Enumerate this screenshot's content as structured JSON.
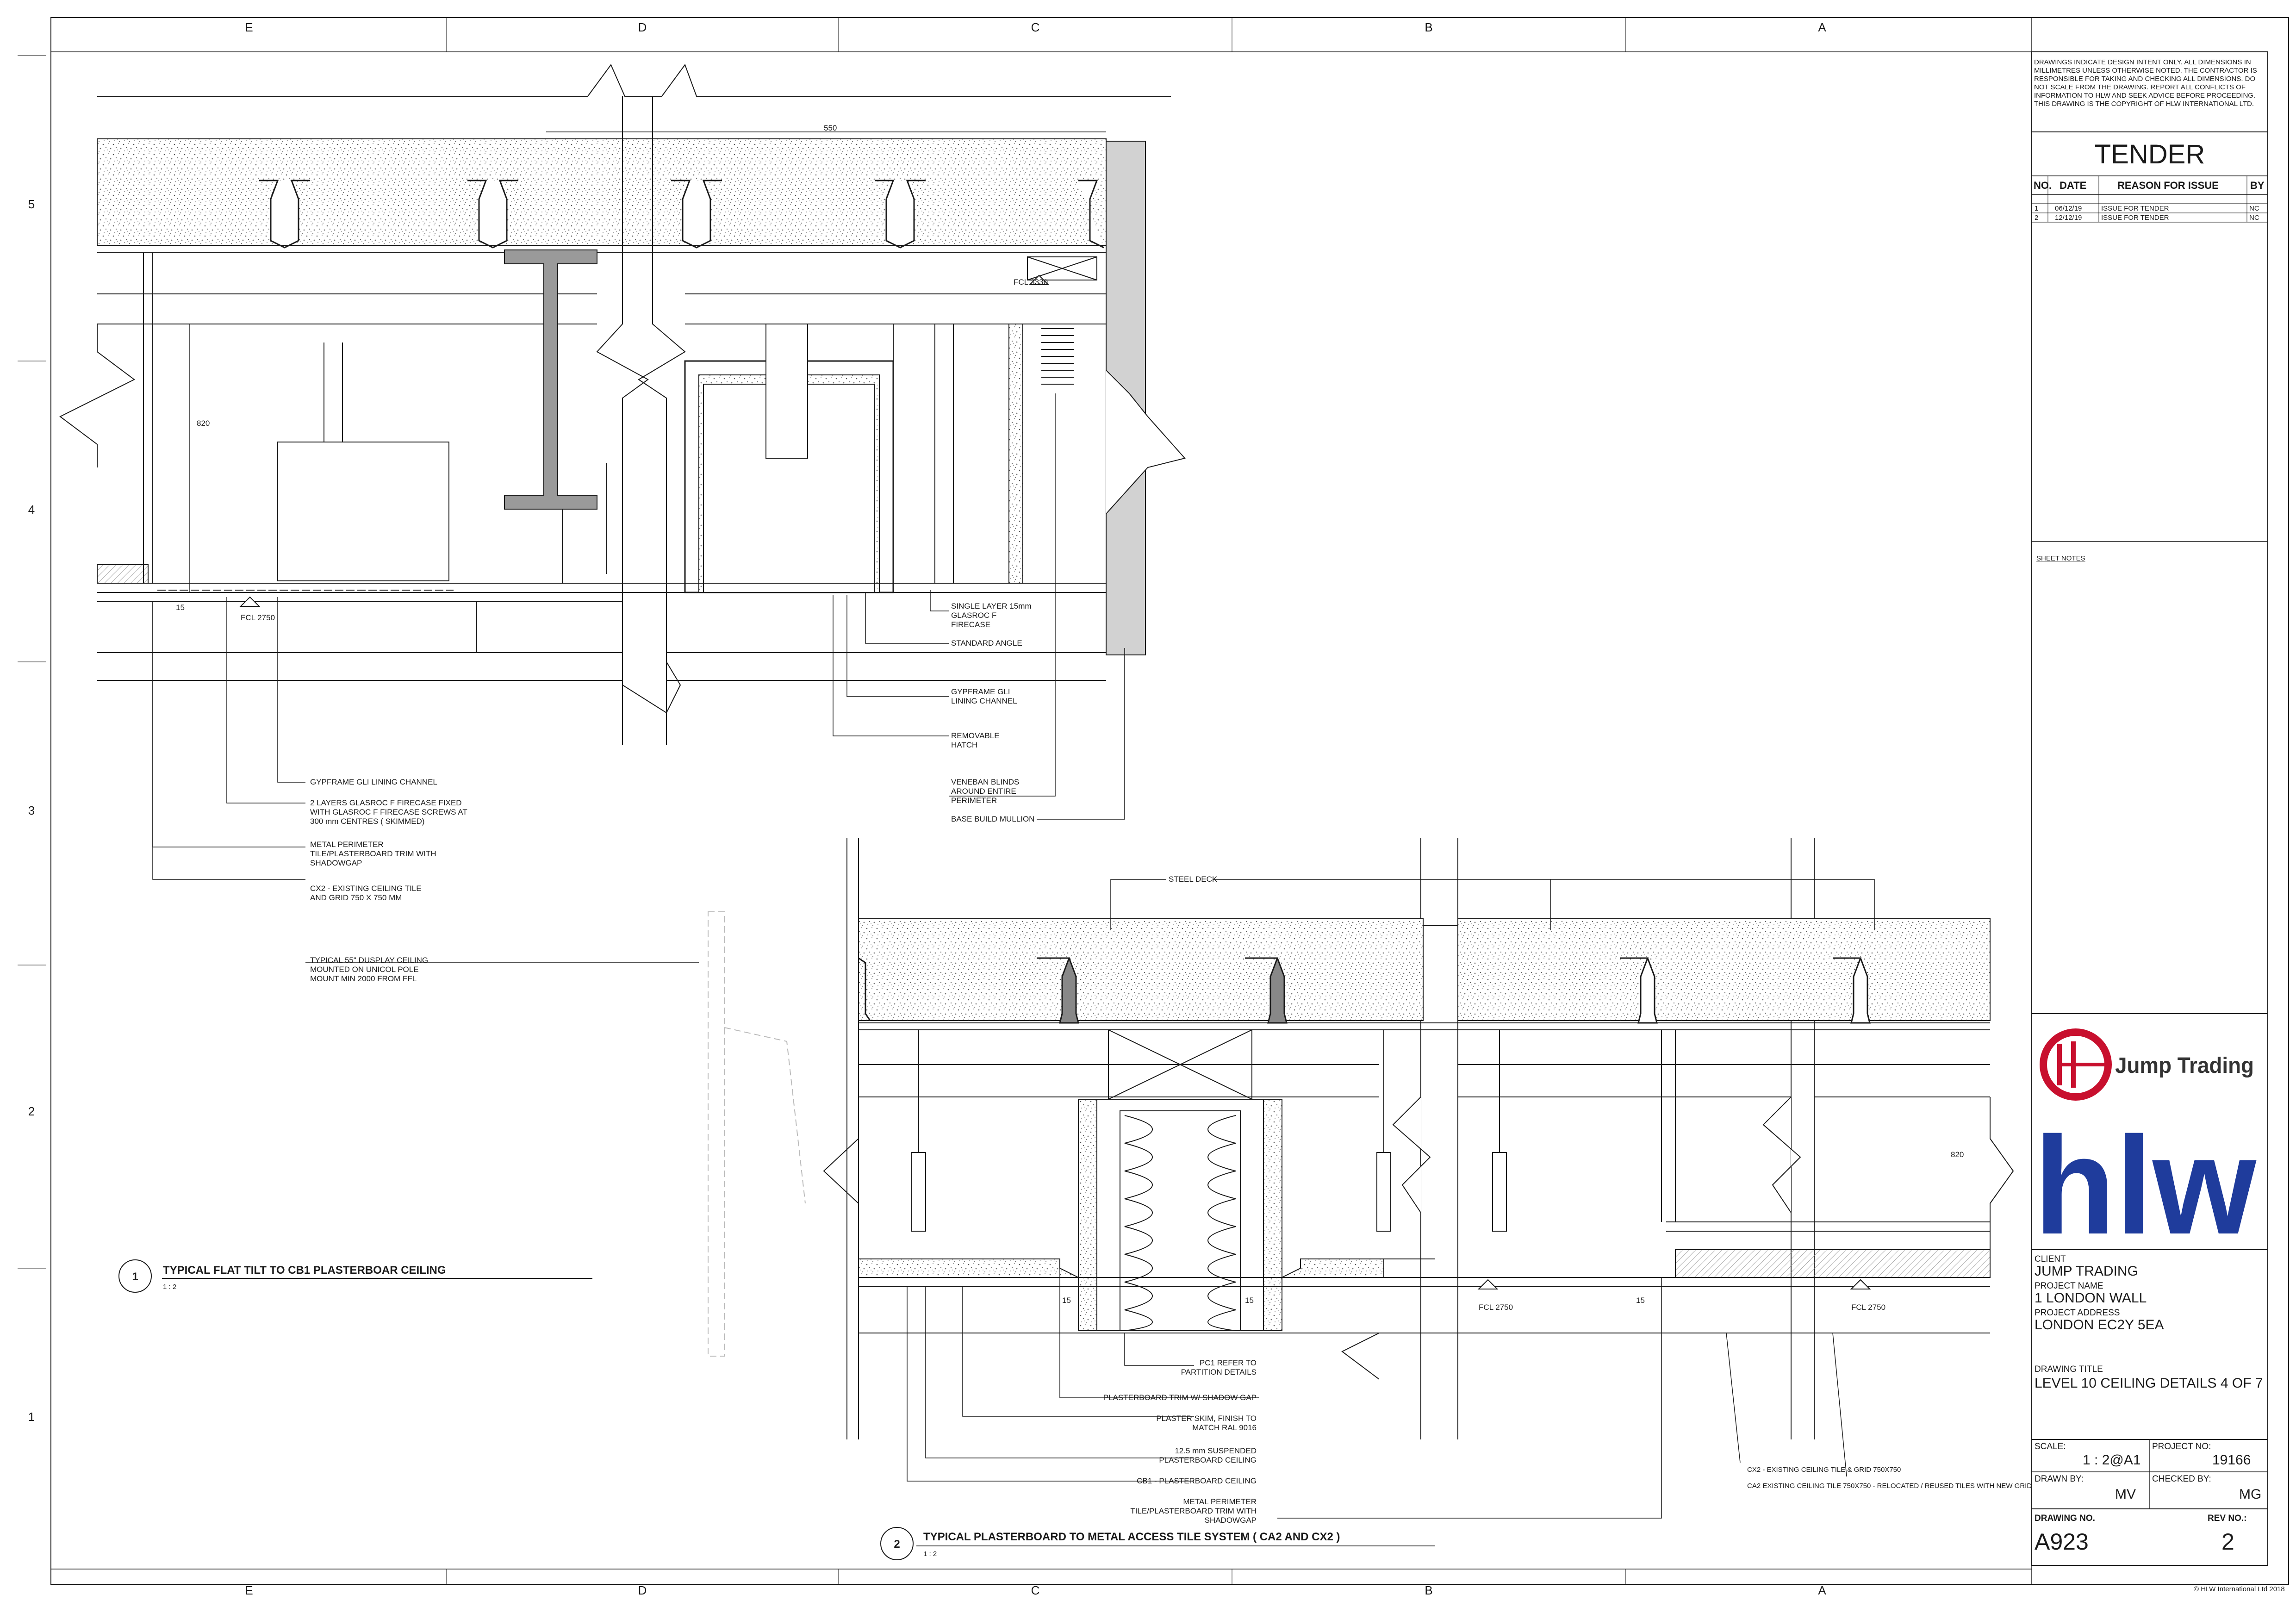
{
  "grid": {
    "columns": [
      "E",
      "D",
      "C",
      "B",
      "A"
    ],
    "rows": [
      "5",
      "4",
      "3",
      "2",
      "1"
    ]
  },
  "title_block": {
    "disclaimer": "DRAWINGS INDICATE DESIGN INTENT ONLY. ALL DIMENSIONS IN MILLIMETRES UNLESS OTHERWISE NOTED. THE CONTRACTOR IS RESPONSIBLE FOR TAKING AND CHECKING ALL DIMENSIONS. DO NOT SCALE FROM THE DRAWING. REPORT ALL CONFLICTS OF INFORMATION TO HLW AND SEEK ADVICE BEFORE PROCEEDING. THIS DRAWING IS THE COPYRIGHT OF HLW INTERNATIONAL LTD.",
    "status": "TENDER",
    "rev_headers": [
      "NO.",
      "DATE",
      "REASON FOR ISSUE",
      "BY"
    ],
    "revisions": [
      [
        "1",
        "06/12/19",
        "ISSUE FOR TENDER",
        "NC"
      ],
      [
        "2",
        "12/12/19",
        "ISSUE FOR TENDER",
        "NC"
      ]
    ],
    "sheet_notes": "SHEET NOTES",
    "client_logo_text": "Jump Trading",
    "architect_logo": "hlw",
    "client_label": "CLIENT",
    "client": "JUMP TRADING",
    "project_label": "PROJECT NAME",
    "project": "1 LONDON WALL",
    "address_label": "PROJECT ADDRESS",
    "address": "LONDON EC2Y 5EA",
    "title_label": "DRAWING TITLE",
    "title": "LEVEL 10 CEILING DETAILS 4 OF 7",
    "scale_label": "SCALE:",
    "scale": "1 : 2@A1",
    "project_no_label": "PROJECT NO:",
    "project_no": "19166",
    "drawn_label": "DRAWN BY:",
    "drawn": "MV",
    "checked_label": "CHECKED BY:",
    "checked": "MG",
    "drawing_no_label": "DRAWING NO.",
    "drawing_no": "A923",
    "rev_no_label": "REV NO.:",
    "rev_no": "2",
    "copyright": "© HLW International Ltd 2018"
  },
  "detail1": {
    "number": "1",
    "title": "TYPICAL FLAT TILT TO CB1 PLASTERBOAR CEILING",
    "scale": "1 : 2",
    "dim_width": "550",
    "dim_height": "820",
    "dim_gap": "15",
    "levels": [
      "FCL 2750",
      "FCL 3330"
    ],
    "notes_right": [
      [
        "SINGLE LAYER 15mm",
        "GLASROC F",
        "FIRECASE"
      ],
      [
        "STANDARD ANGLE"
      ],
      [
        "GYPFRAME GLI",
        "LINING CHANNEL"
      ],
      [
        "REMOVABLE",
        "HATCH"
      ],
      [
        "VENEBAN BLINDS",
        "AROUND ENTIRE",
        "PERIMETER"
      ],
      [
        "BASE BUILD MULLION"
      ]
    ],
    "notes_left": [
      [
        "GYPFRAME GLI LINING CHANNEL"
      ],
      [
        "2 LAYERS GLASROC F FIRECASE FIXED",
        "WITH GLASROC  F FIRECASE SCREWS AT",
        "300 mm CENTRES ( SKIMMED)"
      ],
      [
        "METAL PERIMETER",
        "TILE/PLASTERBOARD TRIM WITH",
        "SHADOWGAP"
      ],
      [
        "CX2 - EXISTING CEILING TILE",
        "AND GRID 750 X 750 MM"
      ],
      [
        "TYPICAL 55\" DUSPLAY CEILING",
        "MOUNTED ON UNICOL POLE",
        "MOUNT MIN 2000 FROM FFL"
      ]
    ]
  },
  "detail2": {
    "number": "2",
    "title": "TYPICAL PLASTERBOARD TO METAL ACCESS TILE SYSTEM ( CA2 AND CX2 )",
    "scale": "1 : 2",
    "steel_deck": "STEEL DECK",
    "dim_gap": "15",
    "dim_height": "820",
    "levels": [
      "FCL 2750",
      "FCL 2750"
    ],
    "notes_bottom": [
      [
        "PC1 REFER TO",
        "PARTITION DETAILS"
      ],
      [
        "PLASTERBOARD TRIM W/ SHADOW GAP"
      ],
      [
        "PLASTER SKIM, FINISH TO",
        "MATCH RAL 9016"
      ],
      [
        "12.5 mm SUSPENDED",
        "PLASTERBOARD CEILING"
      ],
      [
        "CB1 - PLASTERBOARD CEILING"
      ],
      [
        "METAL PERIMETER",
        "TILE/PLASTERBOARD TRIM WITH",
        "SHADOWGAP"
      ]
    ],
    "notes_right": [
      "CX2 - EXISTING CEILING TILE & GRID 750X750",
      "CA2 EXISTING CEILING TILE 750X750 - RELOCATED / REUSED TILES WITH NEW GRID"
    ]
  },
  "colors": {
    "line": "#1a1a1a",
    "hlw_blue": "#1f3c9c",
    "jump_red": "#c8102e",
    "mullion_grey": "#d2d2d2",
    "concrete": "#f2f2f2"
  }
}
